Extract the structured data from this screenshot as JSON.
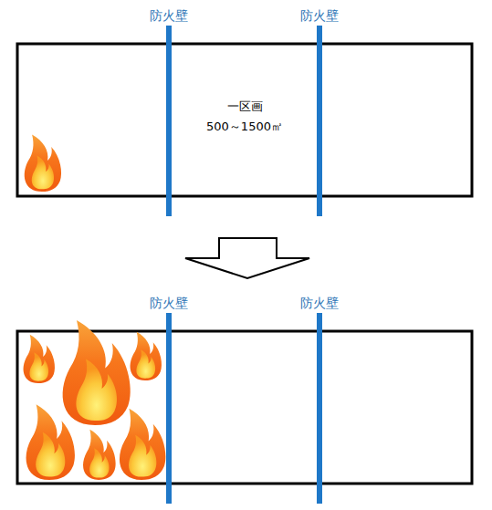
{
  "diagram": {
    "labels": [
      "防火壁",
      "防火壁",
      "一区画",
      "500～1500㎡",
      "防火壁",
      "防火壁"
    ]
  }
}
